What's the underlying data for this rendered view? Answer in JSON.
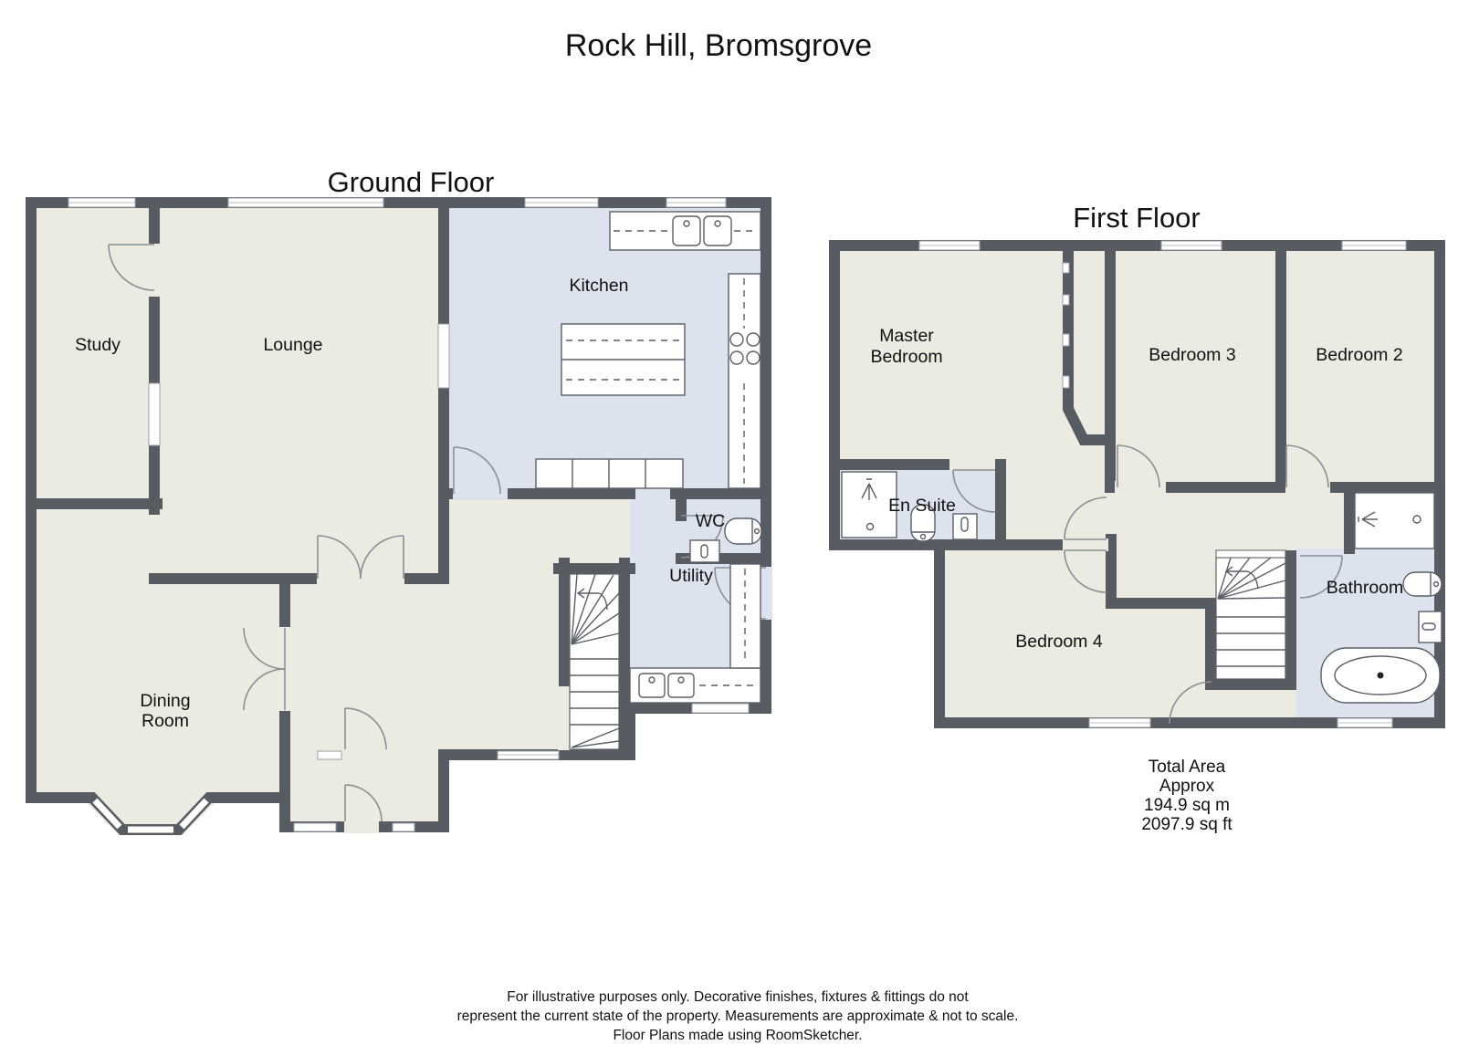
{
  "title": "Rock Hill, Bromsgrove",
  "ground_floor": {
    "heading": "Ground Floor",
    "rooms": {
      "study": "Study",
      "lounge": "Lounge",
      "kitchen": "Kitchen",
      "dining_line1": "Dining",
      "dining_line2": "Room",
      "utility": "Utility",
      "wc": "WC"
    }
  },
  "first_floor": {
    "heading": "First Floor",
    "rooms": {
      "master_line1": "Master",
      "master_line2": "Bedroom",
      "bedroom2": "Bedroom 2",
      "bedroom3": "Bedroom 3",
      "bedroom4": "Bedroom 4",
      "ensuite": "En Suite",
      "bathroom": "Bathroom"
    }
  },
  "total_area": {
    "line1": "Total Area",
    "line2": "Approx",
    "line3": "194.9 sq m",
    "line4": "2097.9 sq ft"
  },
  "footer": {
    "line1": "For illustrative purposes only. Decorative finishes, fixtures & fittings do not",
    "line2": "represent the current state of the property. Measurements are approximate & not to scale.",
    "line3": "Floor Plans made using RoomSketcher."
  },
  "fixtures": [
    "stairs",
    "toilet",
    "sink",
    "shower",
    "bathtub",
    "hob",
    "kitchen-island",
    "counter"
  ],
  "colors": {
    "wall": "#575c63",
    "floor": "#ebebe1",
    "wet_floor": "#dce3ee",
    "text": "#111111"
  }
}
